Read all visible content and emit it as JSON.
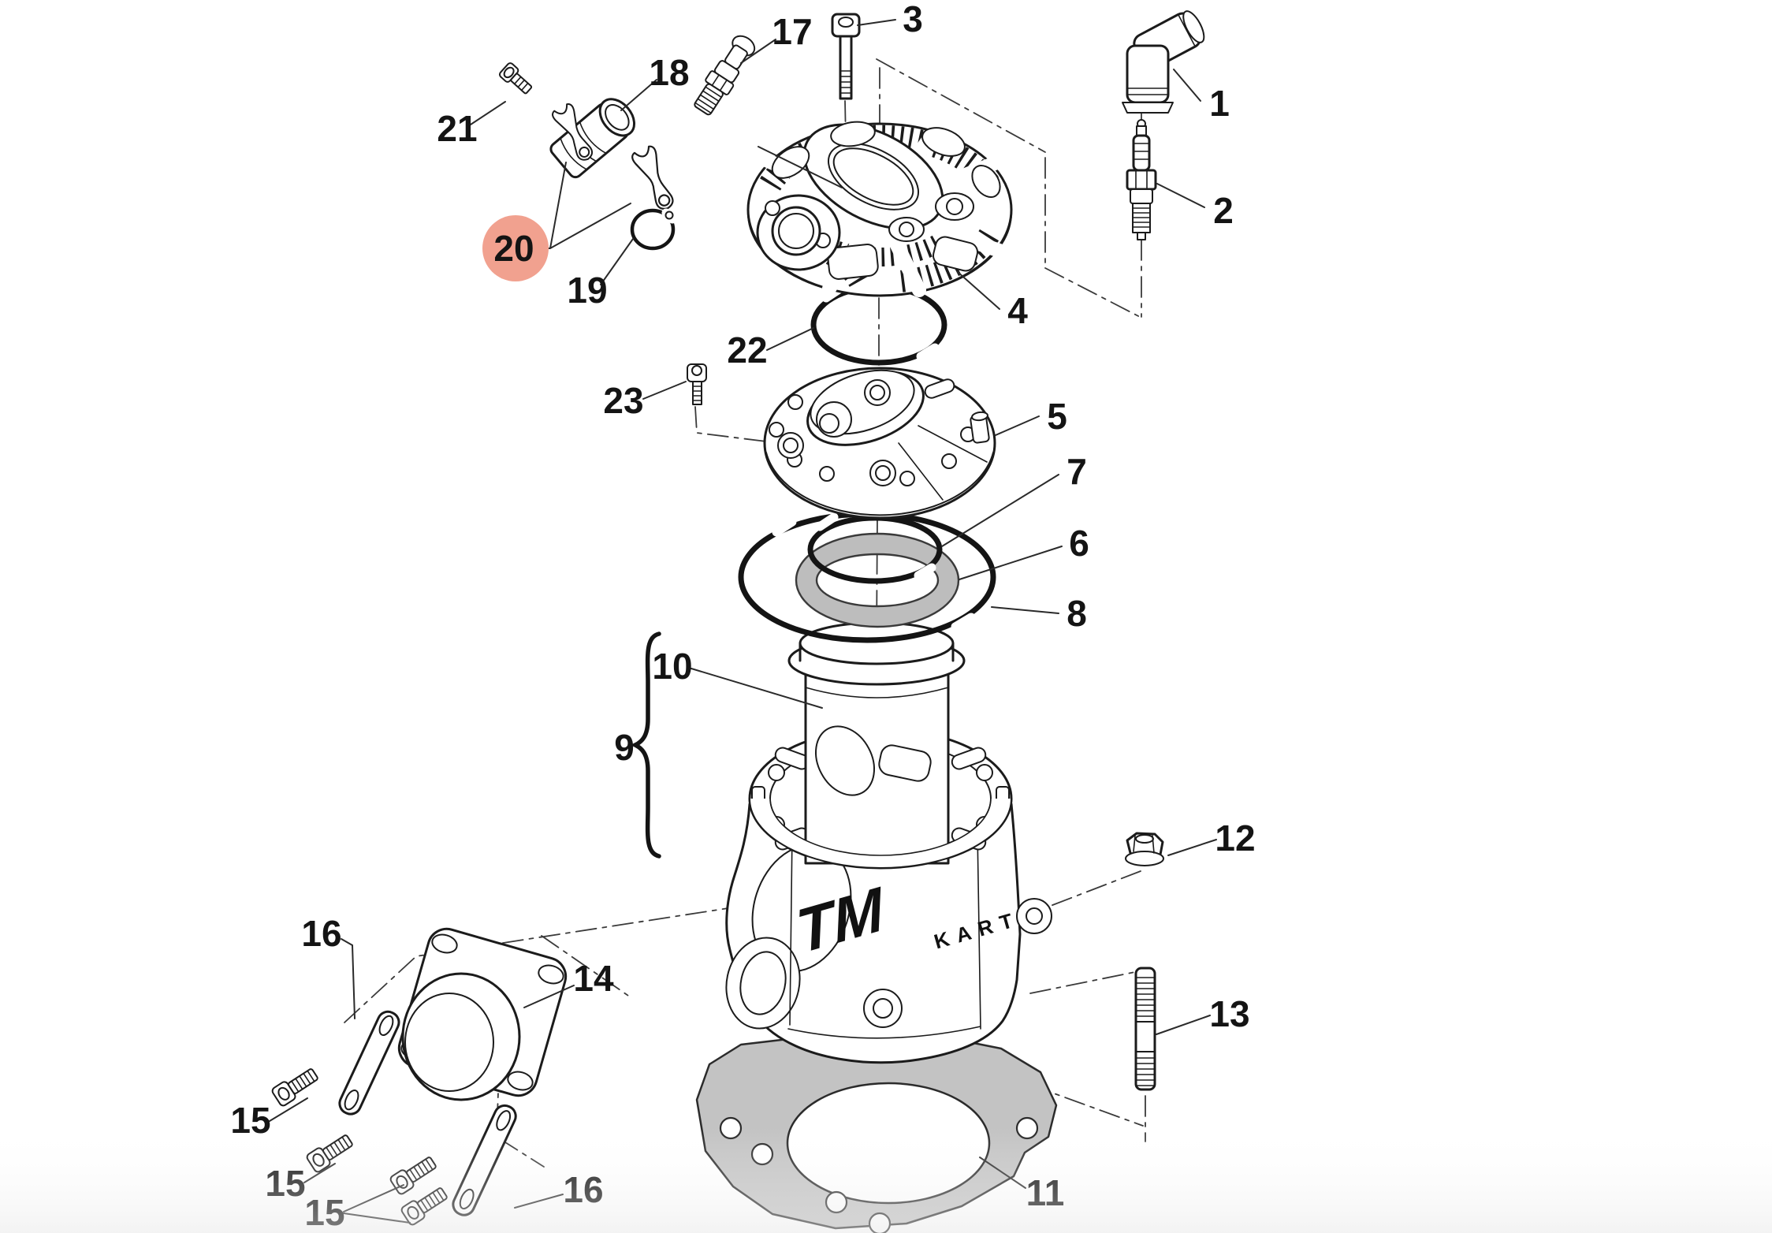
{
  "diagram": {
    "background_color": "#ffffff",
    "line_color": "#1b1b1b",
    "label_color": "#141414",
    "gasket_fill": "#c3c3c3",
    "gray_ring_fill": "#bdbdbd",
    "bottom_shade_color": "#e9e9e9",
    "logo": {
      "main": "TM",
      "sub": "KART"
    },
    "highlight": {
      "label": "20",
      "circle_fill": "#f1a18f",
      "text_color": "#a4331f"
    },
    "callouts": [
      {
        "id": "c1",
        "label": "1"
      },
      {
        "id": "c2",
        "label": "2"
      },
      {
        "id": "c3",
        "label": "3"
      },
      {
        "id": "c4",
        "label": "4"
      },
      {
        "id": "c5",
        "label": "5"
      },
      {
        "id": "c6",
        "label": "6"
      },
      {
        "id": "c7",
        "label": "7"
      },
      {
        "id": "c8",
        "label": "8"
      },
      {
        "id": "c9",
        "label": "9"
      },
      {
        "id": "c10",
        "label": "10"
      },
      {
        "id": "c11",
        "label": "11"
      },
      {
        "id": "c12",
        "label": "12"
      },
      {
        "id": "c13",
        "label": "13"
      },
      {
        "id": "c14",
        "label": "14"
      },
      {
        "id": "c15a",
        "label": "15"
      },
      {
        "id": "c15b",
        "label": "15"
      },
      {
        "id": "c15c",
        "label": "15"
      },
      {
        "id": "c16a",
        "label": "16"
      },
      {
        "id": "c16b",
        "label": "16"
      },
      {
        "id": "c17",
        "label": "17"
      },
      {
        "id": "c18",
        "label": "18"
      },
      {
        "id": "c19",
        "label": "19"
      },
      {
        "id": "c21",
        "label": "21"
      },
      {
        "id": "c22",
        "label": "22"
      },
      {
        "id": "c23",
        "label": "23"
      }
    ]
  }
}
